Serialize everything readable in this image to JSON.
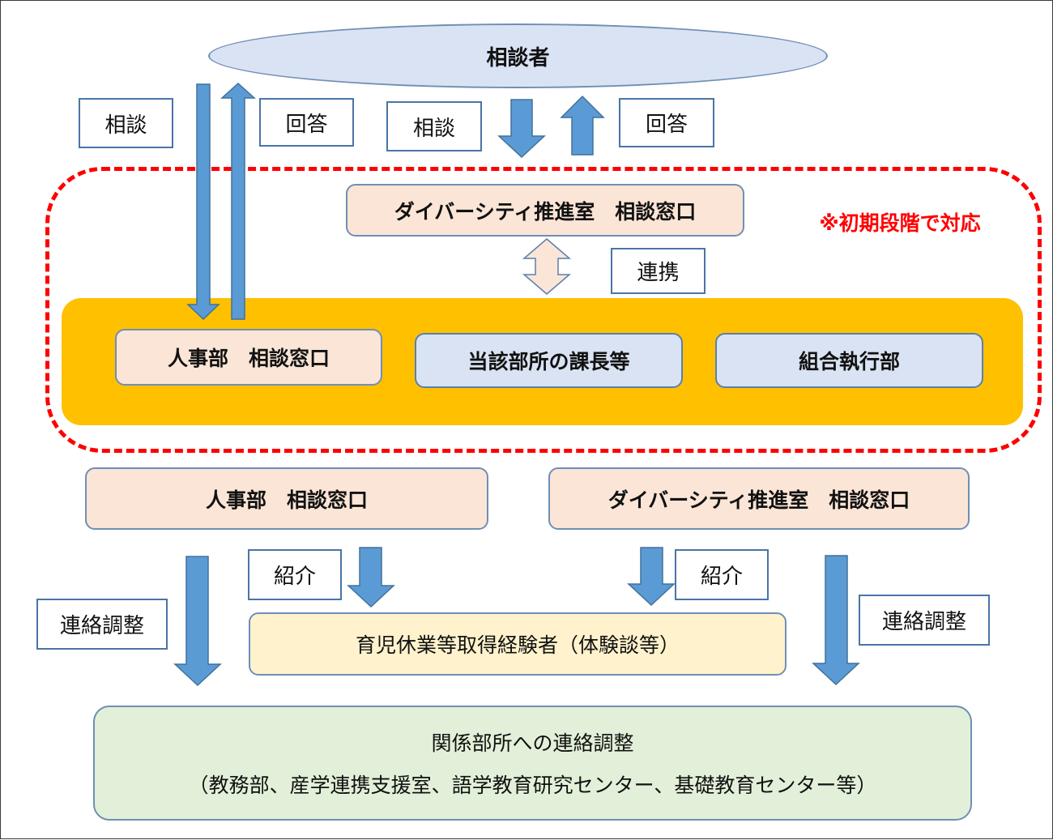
{
  "top": {
    "consultant": "相談者"
  },
  "labels": {
    "soudan_left": "相談",
    "kaitou_left": "回答",
    "soudan_center": "相談",
    "kaitou_center": "回答",
    "renkei": "連携",
    "shoukai_left": "紹介",
    "shoukai_right": "紹介",
    "renraku_left": "連絡調整",
    "renraku_right": "連絡調整"
  },
  "initial": {
    "note": "※初期段階で対応",
    "diversity_desk": "ダイバーシティ推進室　相談窓口",
    "hr_desk": "人事部　相談窓口",
    "section_chief": "当該部所の課長等",
    "union": "組合執行部"
  },
  "second": {
    "hr_desk": "人事部　相談窓口",
    "diversity_desk": "ダイバーシティ推進室　相談窓口"
  },
  "experience": "育児休業等取得経験者（体験談等）",
  "final": {
    "line1": "関係部所への連絡調整",
    "line2": "（教務部、産学連携支援室、語学教育研究センター、基礎教育センター等）"
  },
  "colors": {
    "arrow_blue": "#5b9bd5",
    "dash_red": "#ff0000",
    "band_orange": "#ffc000"
  }
}
